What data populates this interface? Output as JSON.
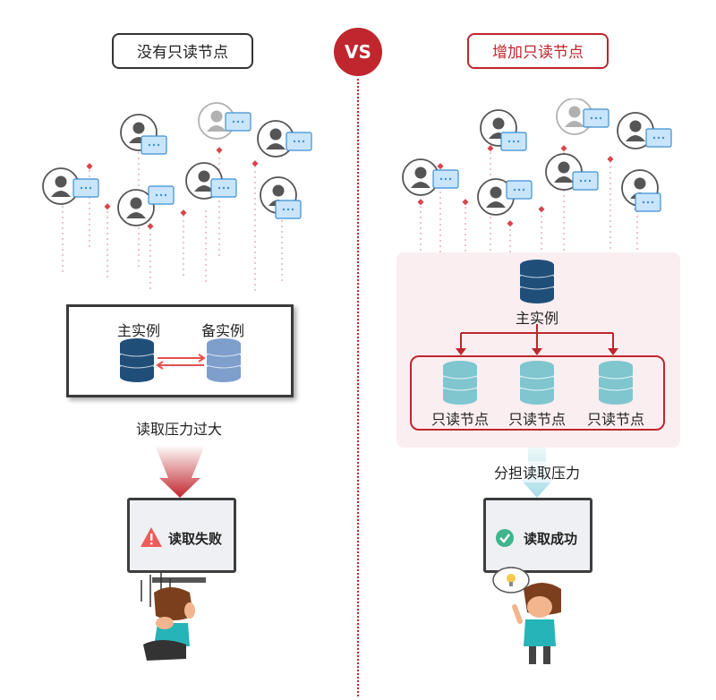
{
  "left": {
    "title": "没有只读节点",
    "primary_label": "主实例",
    "standby_label": "备实例",
    "pressure_label": "读取压力过大",
    "result_label": "读取失败"
  },
  "center": {
    "vs_label": "VS"
  },
  "right": {
    "title": "增加只读节点",
    "primary_label": "主实例",
    "readonly_labels": [
      "只读节点",
      "只读节点",
      "只读节点"
    ],
    "share_label": "分担读取压力",
    "result_label": "读取成功"
  },
  "colors": {
    "accent_red": "#c0262d",
    "primary_db": "#1f4e79",
    "standby_db": "#7e9fcc",
    "readonly_db": "#7fc6cf",
    "success_green": "#3fb58c",
    "warning_red": "#ee5b5b"
  }
}
